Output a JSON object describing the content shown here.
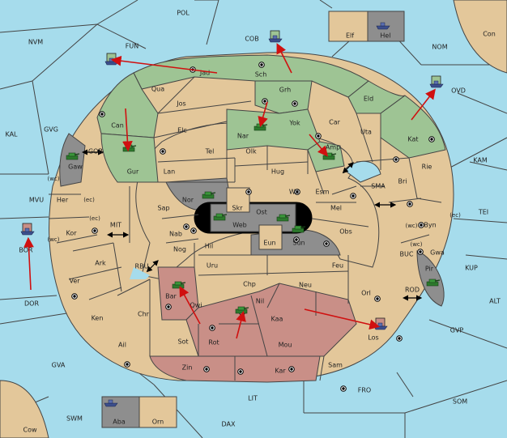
{
  "colors": {
    "sea": "#a6dcec",
    "neutral": "#e3c79a",
    "green_power": "#9ec494",
    "red_power": "#c98f87",
    "gray_power": "#8e8e8e",
    "order_arrow": "#d01010"
  },
  "provinces": {
    "POL": "POL",
    "NVM": "NVM",
    "FUN": "FUN",
    "COB": "COB",
    "Elf": "Elf",
    "Hel": "Hel",
    "Con": "Con",
    "NOM": "NOM",
    "OVD": "OVD",
    "KAL": "KAL",
    "GVG": "GVG",
    "GOR": "GOR",
    "Gaw": "Gaw",
    "Jad": "Jad",
    "Sch": "Sch",
    "Qua": "Qua",
    "Jos": "Jos",
    "Grh": "Grh",
    "Eld": "Eld",
    "Can": "Can",
    "Elc": "Elc",
    "Nar": "Nar",
    "Yok": "Yok",
    "Car": "Car",
    "Uta": "Uta",
    "Kat": "Kat",
    "KAM": "KAM",
    "Tel": "Tel",
    "Olk": "Olk",
    "Amp": "Amp",
    "Gur": "Gur",
    "Lan": "Lan",
    "Hug": "Hug",
    "SMA": "SMA",
    "Bri": "Bri",
    "Rie": "Rie",
    "wc1": "(wc)",
    "ec1": "(ec)",
    "Her": "Her",
    "MVU": "MVU",
    "Nor": "Nor",
    "Skr": "Skr",
    "Wil": "Wil",
    "Esm": "Esm",
    "Mel": "Mel",
    "TEI": "TEI",
    "Sap": "Sap",
    "Ost": "Ost",
    "Web": "Web",
    "ec2": "(ec)",
    "MIT": "MIT",
    "Kor": "Kor",
    "wc2": "(wc)",
    "BOR": "BOR",
    "Nab": "Nab",
    "Eun": "Eun",
    "Obs": "Obs",
    "wc3": "(wc)",
    "Byn": "Byn",
    "ec3": "(ec)",
    "Sun": "Sun",
    "Gwa": "Gwa",
    "wc4": "(wc)",
    "KUP": "KUP",
    "Hil": "Hil",
    "Nog": "Nog",
    "Ark": "Ark",
    "RBU": "RBU",
    "Uru": "Uru",
    "Feu": "Feu",
    "BUC": "BUC",
    "Pir": "Pir",
    "Ver": "Ver",
    "Chp": "Chp",
    "Neu": "Neu",
    "Bar": "Bar",
    "Orl": "Orl",
    "ROD": "ROD",
    "DOR": "DOR",
    "Qwi": "Qwi",
    "Nil": "Nil",
    "ALT": "ALT",
    "Ken": "Ken",
    "Chr": "Chr",
    "Kaa": "Kaa",
    "GVP": "GVP",
    "Rot": "Rot",
    "Los": "Los",
    "Ail": "Ail",
    "Sot": "Sot",
    "Mou": "Mou",
    "GVA": "GVA",
    "Zin": "Zin",
    "Kar": "Kar",
    "Sam": "Sam",
    "FRO": "FRO",
    "LIT": "LIT",
    "SOM": "SOM",
    "SWM": "SWM",
    "Aba": "Aba",
    "Orn": "Orn",
    "DAX": "DAX",
    "Cow": "Cow"
  },
  "units": [
    {
      "type": "fleet",
      "location": "Hel"
    },
    {
      "type": "fleet",
      "location": "COB"
    },
    {
      "type": "fleet",
      "location": "FUN"
    },
    {
      "type": "fleet",
      "location": "OVD"
    },
    {
      "type": "army",
      "location": "Nar"
    },
    {
      "type": "army",
      "location": "Gaw"
    },
    {
      "type": "army",
      "location": "Gur"
    },
    {
      "type": "army",
      "location": "Amp"
    },
    {
      "type": "army",
      "location": "Nor"
    },
    {
      "type": "army",
      "location": "Web"
    },
    {
      "type": "army",
      "location": "Ost"
    },
    {
      "type": "army",
      "location": "Sun"
    },
    {
      "type": "army",
      "location": "Pir"
    },
    {
      "type": "fleet",
      "location": "BOR"
    },
    {
      "type": "army",
      "location": "Bar"
    },
    {
      "type": "army",
      "location": "Nil"
    },
    {
      "type": "fleet",
      "location": "Los"
    },
    {
      "type": "fleet",
      "location": "Aba"
    }
  ]
}
